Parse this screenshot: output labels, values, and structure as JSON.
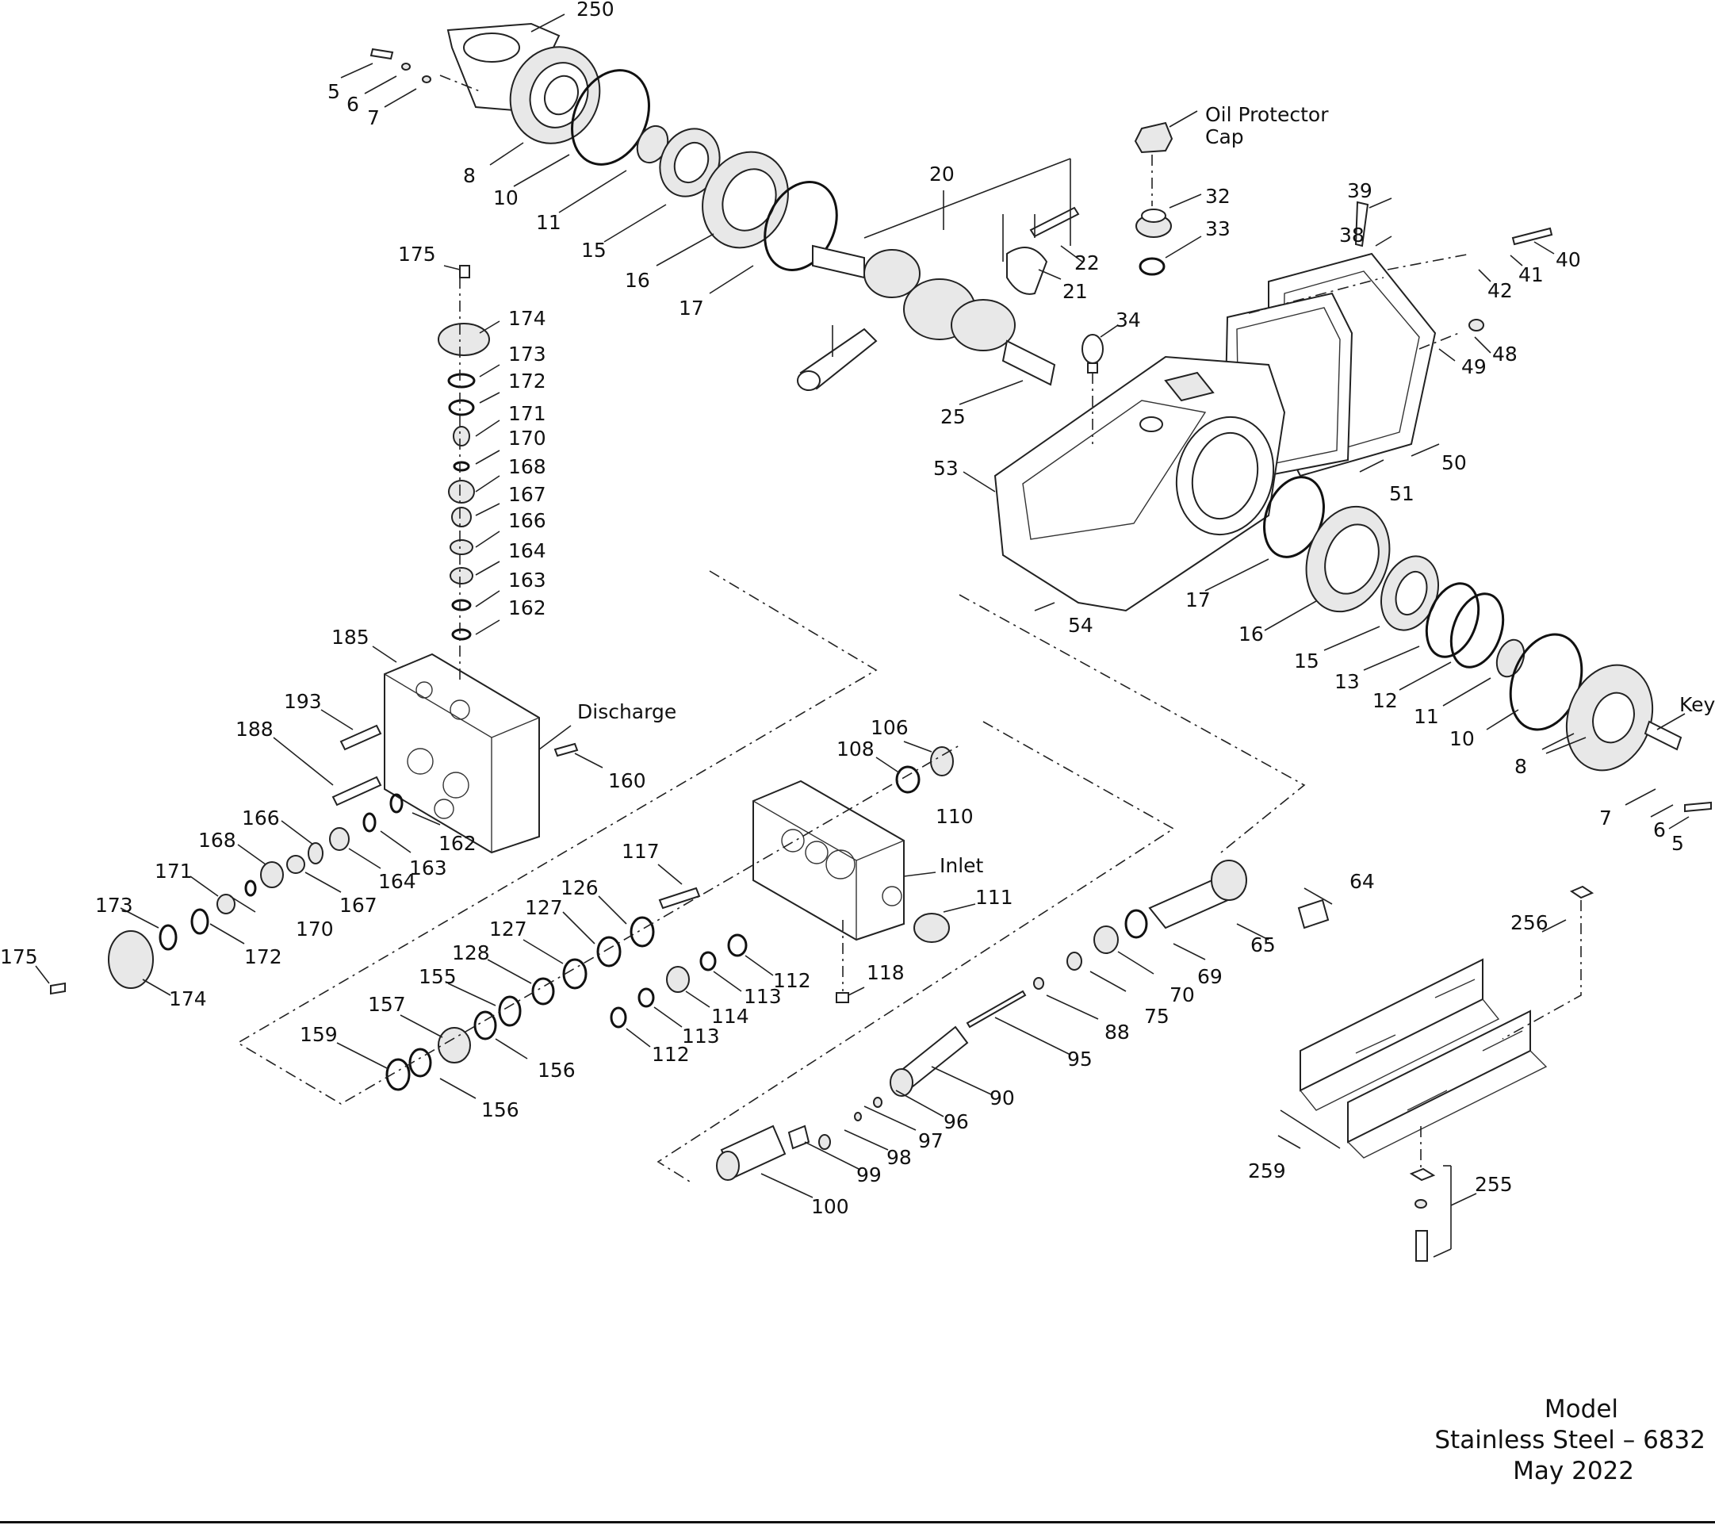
{
  "callouts": {
    "oil_protector_cap": [
      "Oil Protector",
      "Cap"
    ],
    "discharge": "Discharge",
    "inlet": "Inlet",
    "key": "Key"
  },
  "part_numbers": [
    "250",
    "5",
    "6",
    "7",
    "8",
    "10",
    "11",
    "15",
    "16",
    "17",
    "20",
    "22",
    "21",
    "25",
    "32",
    "33",
    "34",
    "39",
    "38",
    "40",
    "41",
    "42",
    "48",
    "49",
    "50",
    "51",
    "53",
    "54",
    "17",
    "16",
    "15",
    "13",
    "12",
    "11",
    "10",
    "8",
    "7",
    "6",
    "5",
    "175",
    "174",
    "173",
    "172",
    "171",
    "170",
    "168",
    "167",
    "166",
    "164",
    "163",
    "162",
    "185",
    "193",
    "188",
    "160",
    "162",
    "163",
    "164",
    "167",
    "166",
    "168",
    "171",
    "170",
    "173",
    "172",
    "175",
    "174",
    "106",
    "108",
    "110",
    "111",
    "117",
    "126",
    "127",
    "127",
    "128",
    "155",
    "157",
    "159",
    "156",
    "156",
    "112",
    "113",
    "114",
    "113",
    "112",
    "118",
    "64",
    "65",
    "69",
    "70",
    "75",
    "88",
    "95",
    "90",
    "96",
    "97",
    "98",
    "99",
    "100",
    "256",
    "259",
    "255"
  ],
  "title_block": {
    "line1": "Model",
    "line2": "Stainless Steel – 6832",
    "line3": "May 2022"
  }
}
